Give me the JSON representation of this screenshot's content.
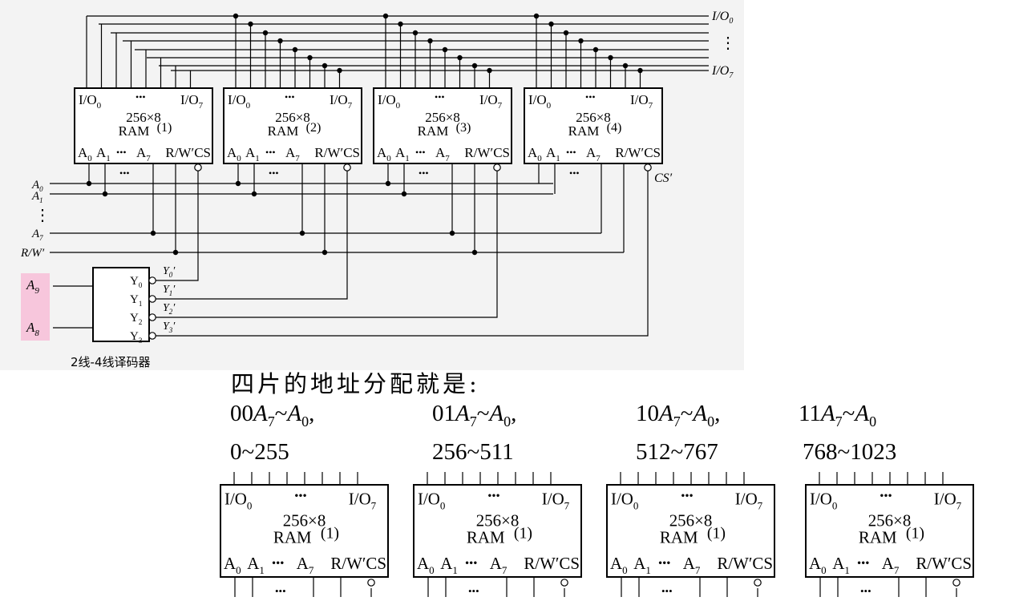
{
  "chip": {
    "io_first": "I/O",
    "io_first_sub": "0",
    "io_last": "I/O",
    "io_last_sub": "7",
    "size": "256×8",
    "type": "RAM",
    "addr_a": "A",
    "addr_0_sub": "0",
    "addr_1_sub": "1",
    "addr_7_sub": "7",
    "rw_cs": "R/W′CS",
    "ellipsis": "•••"
  },
  "chips": [
    {
      "num": "(1)"
    },
    {
      "num": "(2)"
    },
    {
      "num": "(3)"
    },
    {
      "num": "(4)"
    }
  ],
  "bus_labels": {
    "io0": "I/O",
    "io0_sub": "0",
    "io7": "I/O",
    "io7_sub": "7",
    "vdots": "⋮"
  },
  "input_labels": {
    "a": "A",
    "a0_sub": "0",
    "a1_sub": "1",
    "a7_sub": "7",
    "rw": "R/W′",
    "cs": "CS′",
    "vdots": "⋮"
  },
  "decoder": {
    "in_a": "A",
    "in_a9_sub": "9",
    "in_a8_sub": "8",
    "out_y": "Y",
    "y0_sub": "0",
    "y1_sub": "1",
    "y2_sub": "2",
    "y3_sub": "3",
    "y0p_sub": "0",
    "y1p_sub": "1",
    "y2p_sub": "2",
    "y3p_sub": "3",
    "prime": "′",
    "label": "2线-4线译码器",
    "highlight_color": "#f7c6dc"
  },
  "caption": "四片的地址分配就是:",
  "allocations": [
    {
      "prefix": "00",
      "range": "0~255",
      "trail": ","
    },
    {
      "prefix": "01",
      "range": "256~511",
      "trail": ","
    },
    {
      "prefix": "10",
      "range": "512~767",
      "trail": ","
    },
    {
      "prefix": "11",
      "range": "768~1023",
      "trail": ""
    }
  ],
  "alloc_common": {
    "a": "A",
    "a7_sub": "7",
    "tilde": "~",
    "a0_sub": "0"
  },
  "bottom_chip_num": "(1)"
}
